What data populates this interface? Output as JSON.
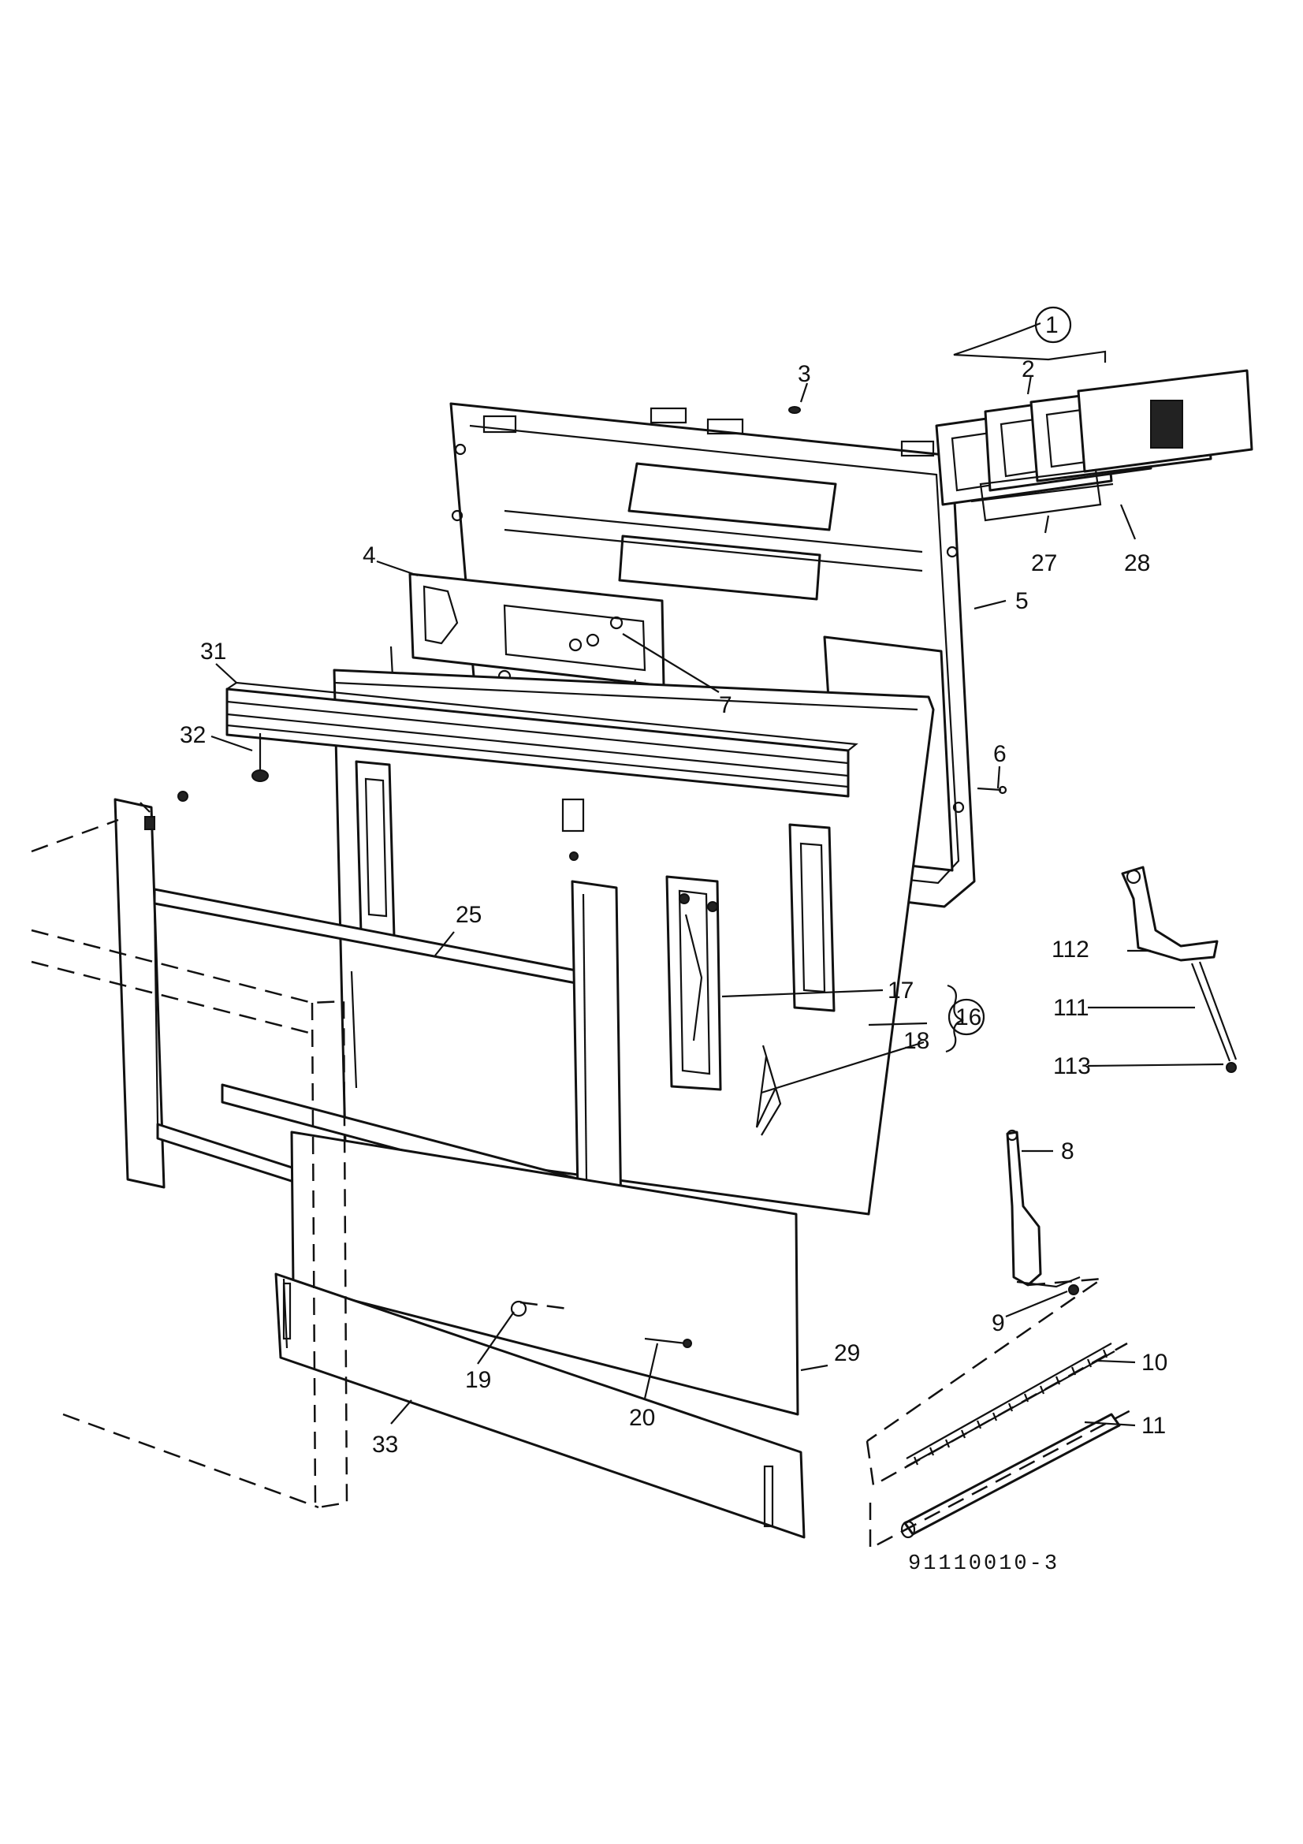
{
  "callouts": {
    "c1": "1",
    "c2": "2",
    "c3": "3",
    "c4": "4",
    "c5": "5",
    "c6": "6",
    "c7": "7",
    "c8": "8",
    "c9": "9",
    "c10": "10",
    "c11": "11",
    "c16": "16",
    "c17": "17",
    "c18": "18",
    "c19": "19",
    "c20": "20",
    "c25": "25",
    "c27": "27",
    "c28": "28",
    "c29": "29",
    "c31": "31",
    "c32": "32",
    "c33": "33",
    "c111": "111",
    "c112": "112",
    "c113": "113"
  },
  "figure_ref": "91110010-3"
}
